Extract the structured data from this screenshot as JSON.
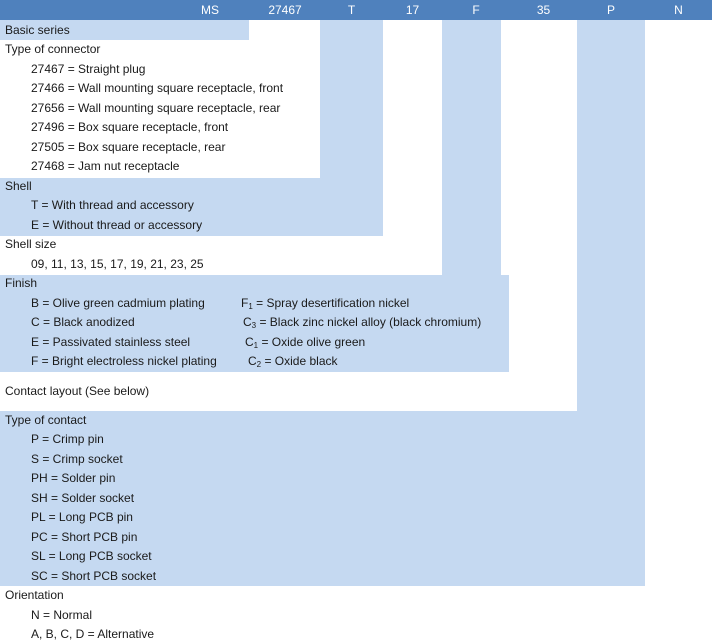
{
  "header": {
    "cells": [
      "MS",
      "27467",
      "T",
      "17",
      "F",
      "35",
      "P",
      "N"
    ]
  },
  "basic_series": {
    "title": "Basic series"
  },
  "connector": {
    "title": "Type of connector",
    "items": [
      "27467 = Straight plug",
      "27466 = Wall mounting square receptacle, front",
      "27656 = Wall mounting square receptacle, rear",
      "27496 = Box square receptacle, front",
      "27505 = Box square receptacle, rear",
      "27468 = Jam nut receptacle"
    ]
  },
  "shell": {
    "title": "Shell",
    "items": [
      "T = With thread and accessory",
      "E = Without thread or accessory"
    ]
  },
  "shell_size": {
    "title": "Shell size",
    "items": [
      "09, 11, 13, 15, 17, 19, 21, 23, 25"
    ]
  },
  "finish": {
    "title": "Finish",
    "left": [
      "B = Olive green cadmium plating",
      "C = Black anodized",
      "E = Passivated stainless steel",
      "F = Bright electroless nickel plating"
    ],
    "right": [
      {
        "code": "F",
        "sub": "1",
        "text": " = Spray desertification nickel"
      },
      {
        "code": "C",
        "sub": "3",
        "text": " = Black zinc nickel alloy (black chromium)"
      },
      {
        "code": "C",
        "sub": "1",
        "text": " = Oxide olive green"
      },
      {
        "code": "C",
        "sub": "2",
        "text": " = Oxide black"
      }
    ]
  },
  "contact_layout": {
    "title": "Contact layout (See below)"
  },
  "contact_type": {
    "title": "Type of contact",
    "items": [
      "P = Crimp pin",
      "S = Crimp socket",
      "PH = Solder pin",
      "SH = Solder socket",
      "PL = Long PCB pin",
      "PC = Short PCB pin",
      "SL = Long PCB socket",
      "SC = Short PCB socket"
    ]
  },
  "orientation": {
    "title": "Orientation",
    "items": [
      "N = Normal",
      "A, B, C, D = Alternative"
    ]
  },
  "colors": {
    "header_blue": "#4f81bd",
    "light_blue": "#c5d9f1"
  }
}
